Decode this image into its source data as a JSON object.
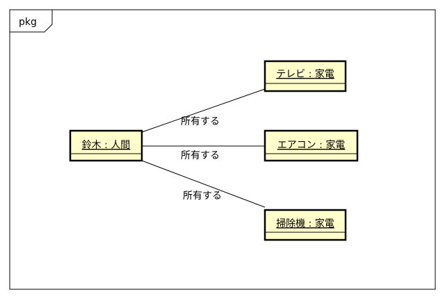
{
  "frame": {
    "label": "pkg"
  },
  "objects": {
    "person": {
      "name": "鈴木",
      "type": "人間"
    },
    "tv": {
      "name": "テレビ",
      "type": "家電"
    },
    "aircon": {
      "name": "エアコン",
      "type": "家電"
    },
    "vacuum": {
      "name": "掃除機",
      "type": "家電"
    }
  },
  "associations": {
    "tv": {
      "label": "所有する"
    },
    "aircon": {
      "label": "所有する"
    },
    "vacuum": {
      "label": "所有する"
    }
  },
  "colors": {
    "object_fill": "#ffffcc",
    "border": "#000000",
    "background": "#ffffff"
  }
}
